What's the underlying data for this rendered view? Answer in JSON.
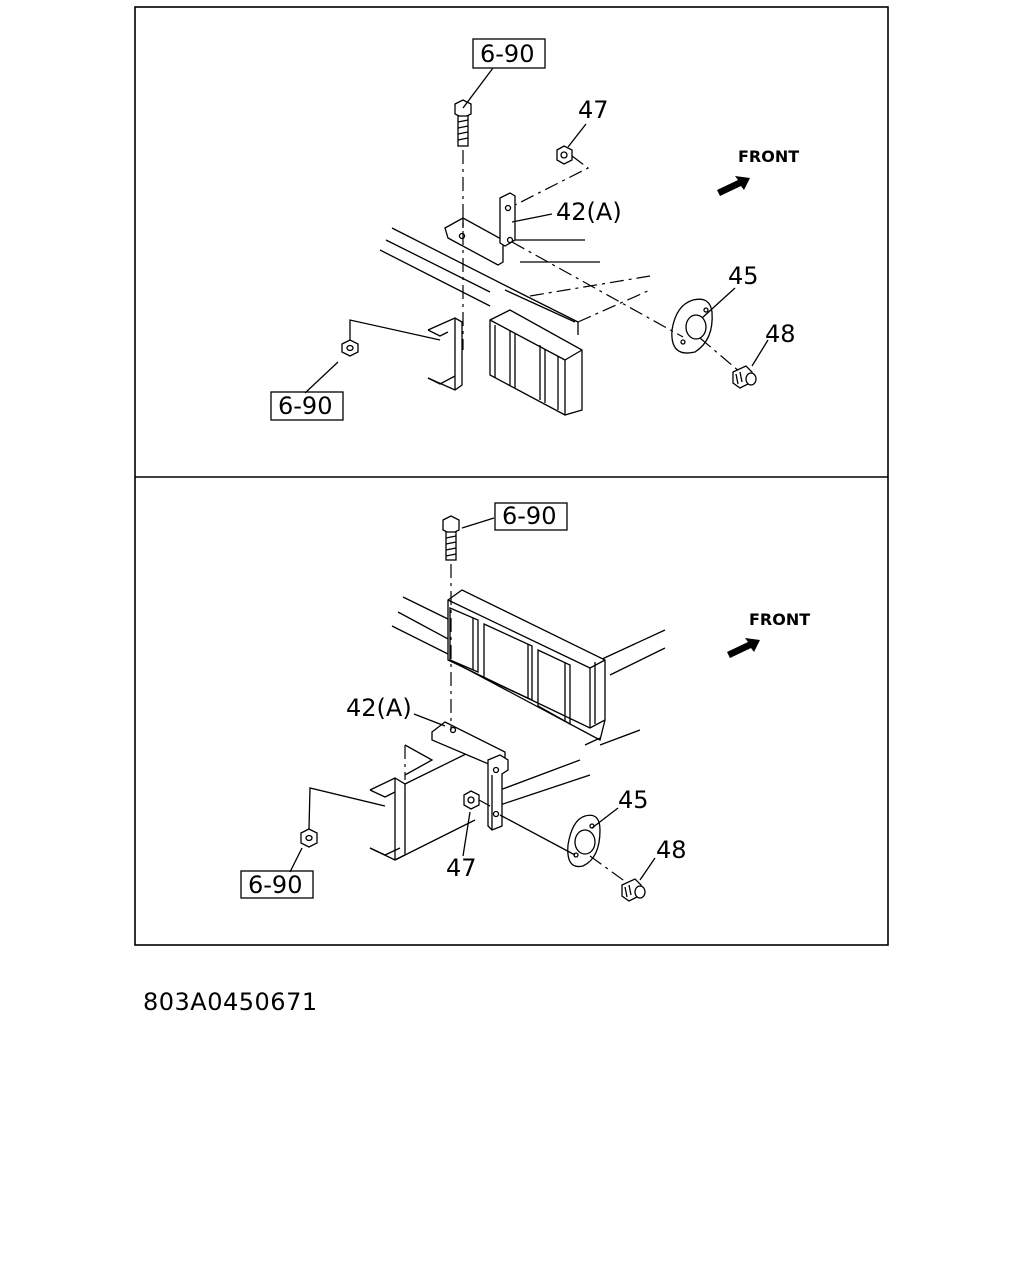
{
  "drawing_number": "803A0450671",
  "top_panel": {
    "ref_box_top": "6-90",
    "ref_box_bottom": "6-90",
    "labels": {
      "nut": "47",
      "bracket": "42(A)",
      "grommet": "45",
      "bolt": "48"
    },
    "front_label": "FRONT"
  },
  "bottom_panel": {
    "ref_box_top": "6-90",
    "ref_box_bottom": "6-90",
    "labels": {
      "nut": "47",
      "bracket": "42(A)",
      "grommet": "45",
      "bolt": "48"
    },
    "front_label": "FRONT"
  }
}
